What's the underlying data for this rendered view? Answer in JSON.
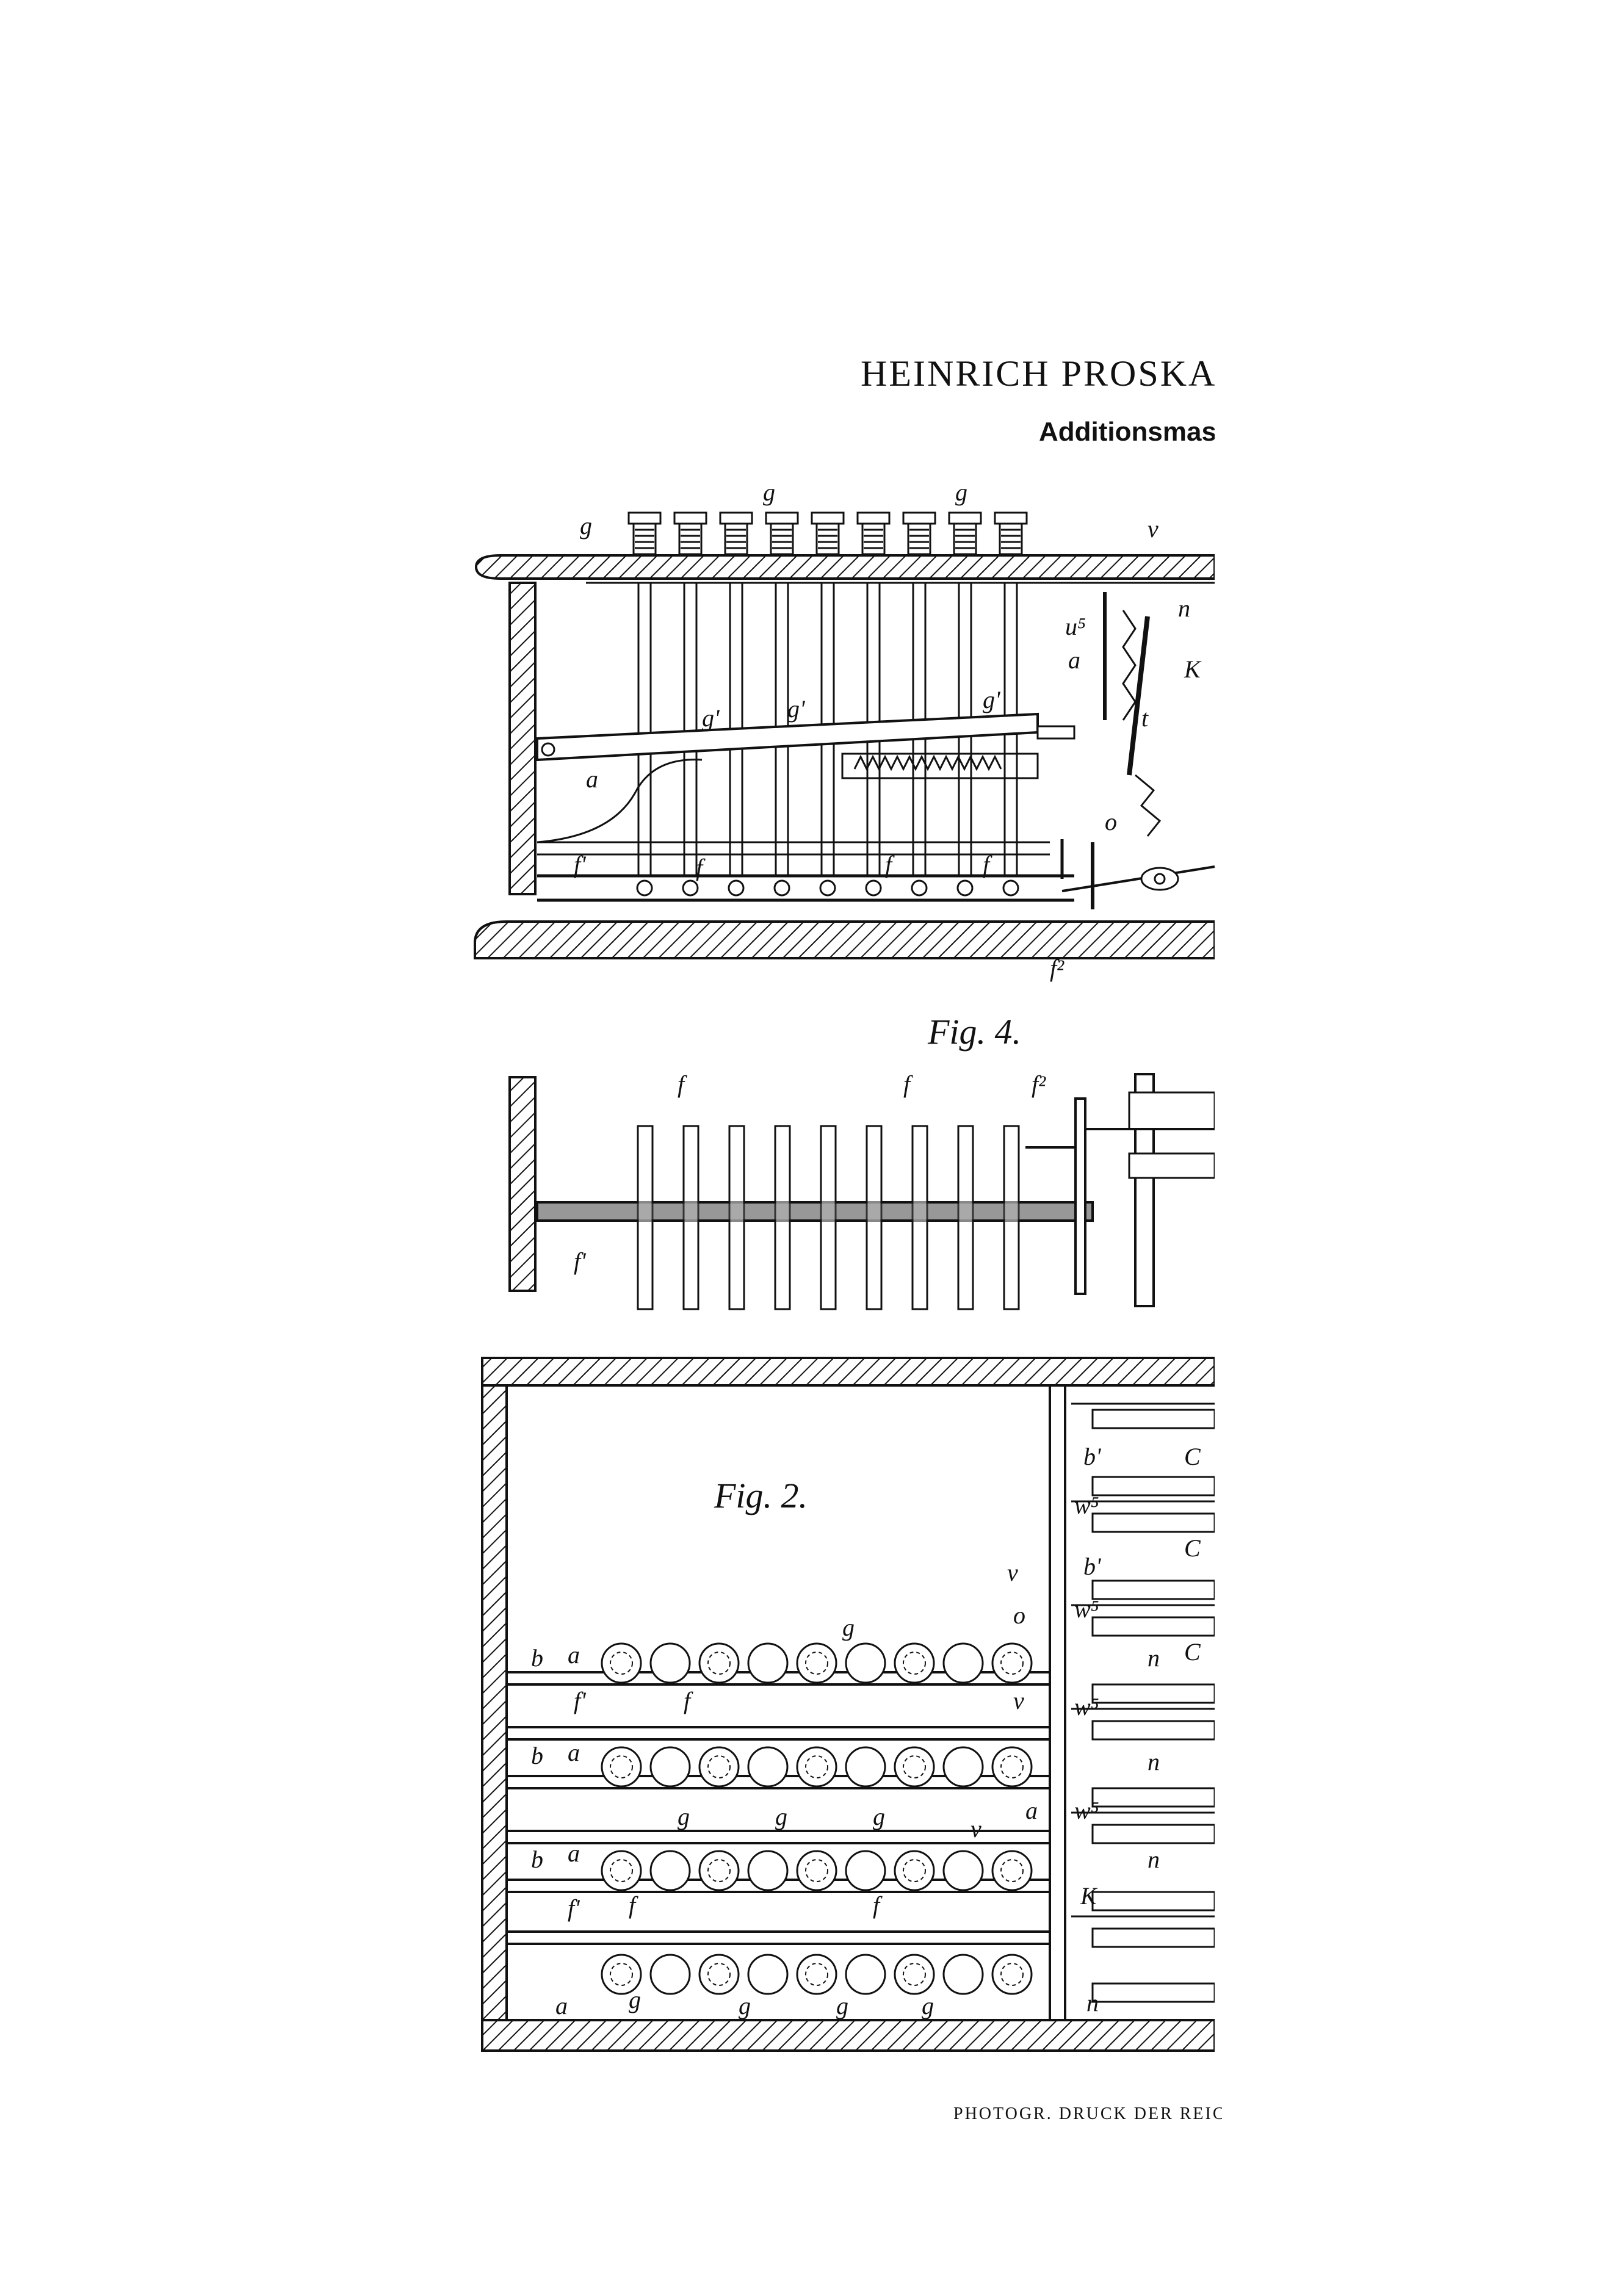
{
  "header": {
    "inventor": "HEINRICH PROSKAU",
    "title": "Additionsmasch"
  },
  "figures": {
    "fig4_label": "Fig. 4.",
    "fig2_label": "Fig. 2."
  },
  "footer": {
    "imprint": "PHOTOGR. DRUCK DER REICI"
  }
}
